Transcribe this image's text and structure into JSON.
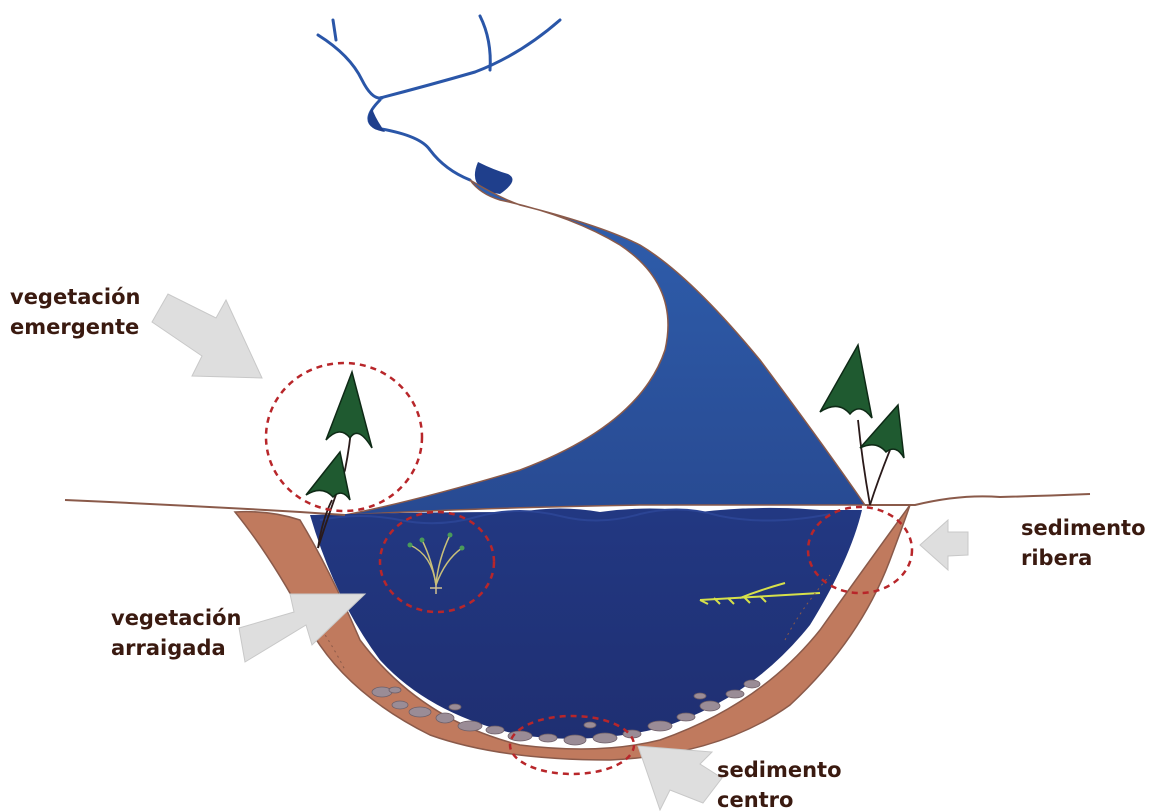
{
  "labels": {
    "emergent": {
      "line1": "vegetación",
      "line2": "emergente"
    },
    "rooted": {
      "line1": "vegetación",
      "line2": "arraigada"
    },
    "bank": {
      "line1": "sedimento",
      "line2": "ribera"
    },
    "center": {
      "line1": "sedimento",
      "line2": "centro"
    }
  },
  "colors": {
    "water": "#2d3f8e",
    "water_dark": "#1f2f78",
    "stream": "#2a56a8",
    "sediment": "#c07a5e",
    "ground_line": "#8a5a4a",
    "plant_leaf": "#1f5a30",
    "highlight_ring": "#b8262a",
    "arrow": "#dedede",
    "text": "#3a1a10"
  }
}
